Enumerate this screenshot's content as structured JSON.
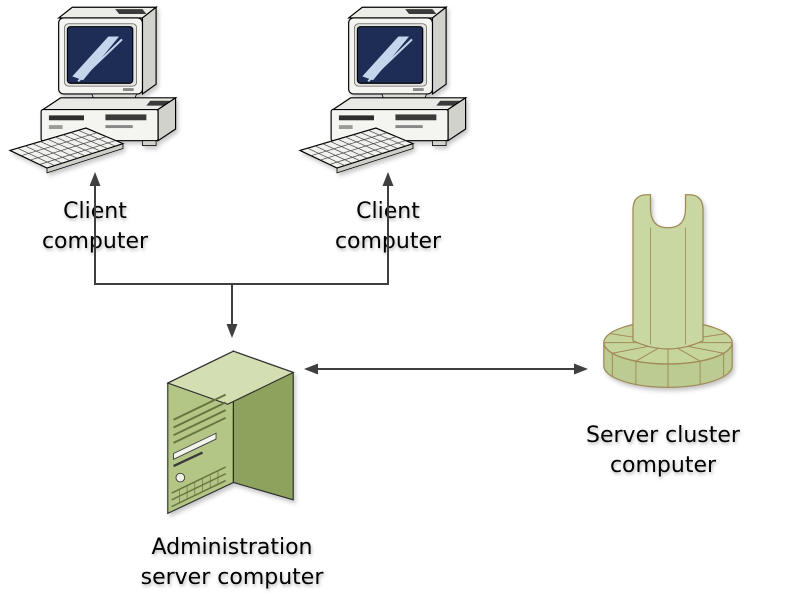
{
  "diagram": {
    "type": "network-architecture",
    "nodes": {
      "client1": {
        "label": "Client\ncomputer",
        "icon": "desktop-computer-icon"
      },
      "client2": {
        "label": "Client\ncomputer",
        "icon": "desktop-computer-icon"
      },
      "admin_server": {
        "label": "Administration\nserver computer",
        "icon": "server-tower-icon"
      },
      "server_cluster": {
        "label": "Server cluster\ncomputer",
        "icon": "server-cluster-icon"
      }
    },
    "edges": [
      {
        "from": "client1",
        "to": "admin_server",
        "style": "arrow",
        "ends": "both"
      },
      {
        "from": "client2",
        "to": "admin_server",
        "style": "arrow",
        "ends": "both"
      },
      {
        "from": "admin_server",
        "to": "server_cluster",
        "style": "arrow",
        "ends": "both"
      }
    ],
    "colors": {
      "background": "#ffffff",
      "arrow": "#3f3f3f",
      "text": "#000000",
      "tower_front": "#b3c685",
      "tower_side": "#8da25c",
      "tower_top": "#d3deb2",
      "cluster_fill": "#c9d8a2",
      "cluster_outline": "#a18a58",
      "monitor_screen": "#1d2d55",
      "computer_body": "#f4f4f1"
    }
  }
}
